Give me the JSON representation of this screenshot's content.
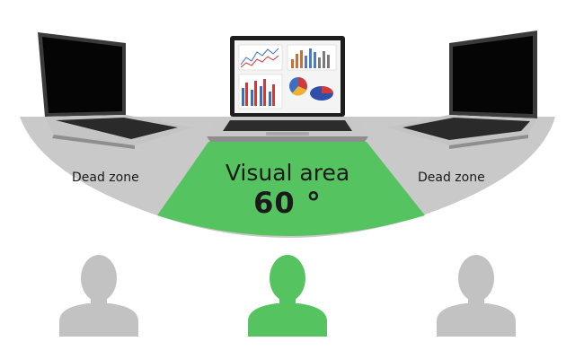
{
  "diagram": {
    "dead_zone_left": "Dead zone",
    "dead_zone_right": "Dead zone",
    "visual_area_title": "Visual area",
    "visual_area_angle": "60 °",
    "colors": {
      "visual_area": "#56c361",
      "dead_zone": "#c9c9c9",
      "viewer_active": "#56c361",
      "viewer_inactive": "#c2c2c2",
      "screen_off": "#050505",
      "laptop_body": "#b8b8b8"
    },
    "icons": [
      "laptop-icon",
      "person-silhouette-icon"
    ]
  }
}
